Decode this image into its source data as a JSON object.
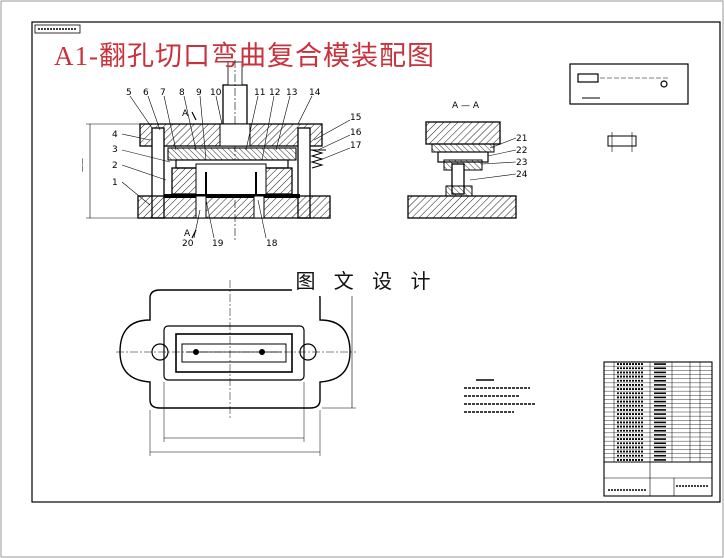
{
  "title": "A1-翻孔切口弯曲复合模装配图",
  "banner": "图 文 设 计",
  "section_label": "A — A",
  "section_marks": [
    "A",
    "A"
  ],
  "part_numbers": [
    "1",
    "2",
    "3",
    "4",
    "5",
    "6",
    "7",
    "8",
    "9",
    "10",
    "11",
    "12",
    "13",
    "14",
    "15",
    "16",
    "17",
    "18",
    "19",
    "20",
    "21",
    "22",
    "23",
    "24"
  ]
}
